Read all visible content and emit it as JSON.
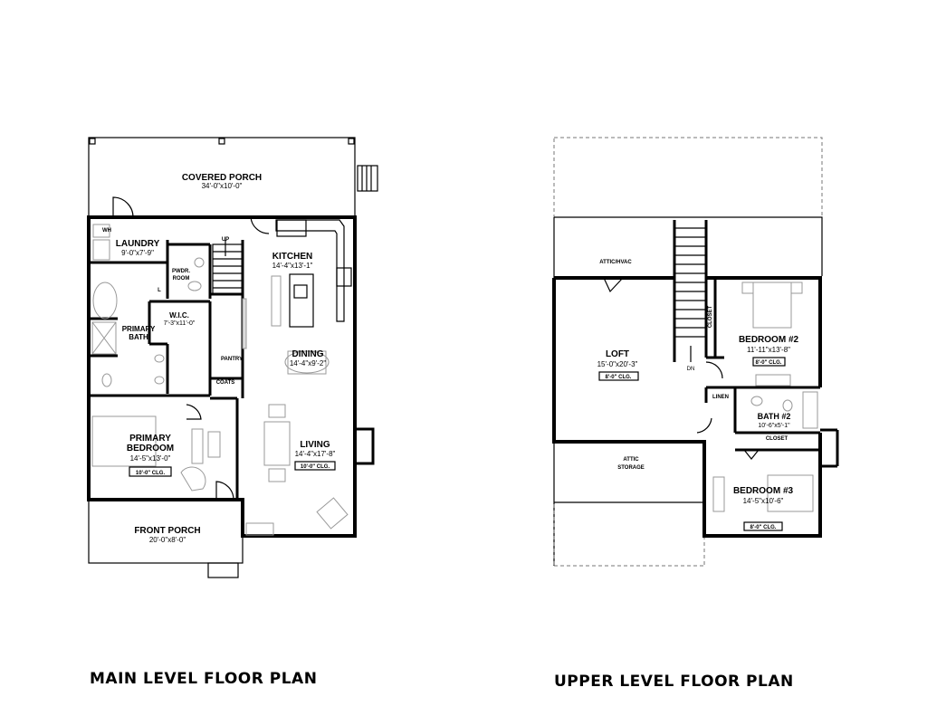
{
  "main_level": {
    "title": "MAIN LEVEL FLOOR PLAN",
    "rooms": {
      "covered_porch": {
        "name": "COVERED PORCH",
        "dims": "34'-0\"x10'-0\""
      },
      "laundry": {
        "name": "LAUNDRY",
        "dims": "9'-0\"x7'-9\""
      },
      "wh": "WH",
      "pwdr_room_1": "PWDR.",
      "pwdr_room_2": "ROOM",
      "linen_l": "L",
      "up": "UP",
      "kitchen": {
        "name": "KITCHEN",
        "dims": "14'-4\"x13'-1\""
      },
      "wic": {
        "name": "W.I.C.",
        "dims": "7'-3\"x11'-0\""
      },
      "primary_bath_1": "PRIMARY",
      "primary_bath_2": "BATH",
      "pantry": "PANTRY",
      "coats": "COATS",
      "dining": {
        "name": "DINING",
        "dims": "14'-4\"x9'-2\""
      },
      "primary_bedroom": {
        "name1": "PRIMARY",
        "name2": "BEDROOM",
        "dims": "14'-5\"x13'-0\"",
        "ceiling": "10'-0\" CLG."
      },
      "living": {
        "name": "LIVING",
        "dims": "14'-4\"x17'-8\"",
        "ceiling": "10'-0\" CLG."
      },
      "front_porch": {
        "name": "FRONT PORCH",
        "dims": "20'-0\"x8'-0\""
      }
    }
  },
  "upper_level": {
    "title": "UPPER LEVEL FLOOR PLAN",
    "rooms": {
      "attic_hvac": "ATTIC/HVAC",
      "loft": {
        "name": "LOFT",
        "dims": "15'-0\"x20'-3\"",
        "ceiling": "8'-0\" CLG."
      },
      "dn": "DN",
      "closet_vertical": "CLOSET",
      "bedroom2": {
        "name": "BEDROOM #2",
        "dims": "11'-11\"x13'-8\"",
        "ceiling": "8'-0\" CLG."
      },
      "linen": "LINEN",
      "bath2": {
        "name": "BATH #2",
        "dims": "10'-6\"x5'-1\""
      },
      "closet_horizontal": "CLOSET",
      "attic_storage_1": "ATTIC",
      "attic_storage_2": "STORAGE",
      "bedroom3": {
        "name": "BEDROOM #3",
        "dims": "14'-5\"x10'-6\"",
        "ceiling": "8'-0\" CLG."
      }
    }
  }
}
